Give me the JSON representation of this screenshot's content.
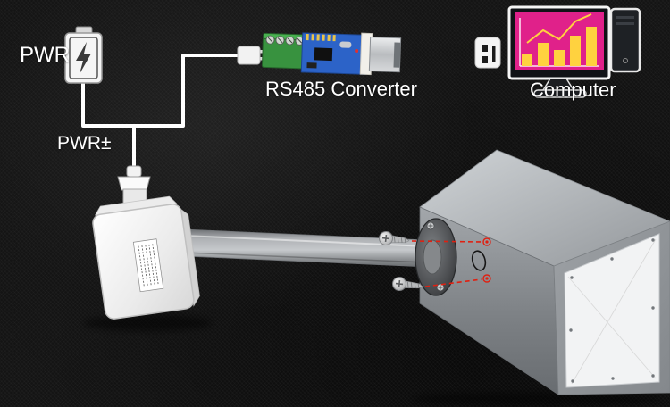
{
  "diagram": {
    "labels": {
      "power": "PWR",
      "power_terminals": "PWR±",
      "converter": "RS485 Converter",
      "computer": "Computer"
    },
    "colors": {
      "background": "#141414",
      "wire": "#ffffff",
      "label_text": "#ffffff",
      "pcb_blue": "#2c63c8",
      "terminal_green": "#38923f",
      "screen_magenta": "#e0218a",
      "chart_yellow": "#ffd23f",
      "marker_red": "#e02011"
    },
    "icons": {
      "battery": "battery-power-icon",
      "usb_wall_plug": "usb-plug-icon",
      "converter": "rs485-converter-icon",
      "computer": "computer-icon",
      "sensor": "duct-sensor-icon",
      "flange": "mounting-flange-icon",
      "screws": "mounting-screw-icon",
      "duct": "air-duct-icon"
    },
    "monitor_chart": {
      "type": "bar",
      "values": [
        14,
        26,
        18,
        34,
        44
      ],
      "line": [
        26,
        40,
        30,
        50,
        58
      ]
    }
  }
}
